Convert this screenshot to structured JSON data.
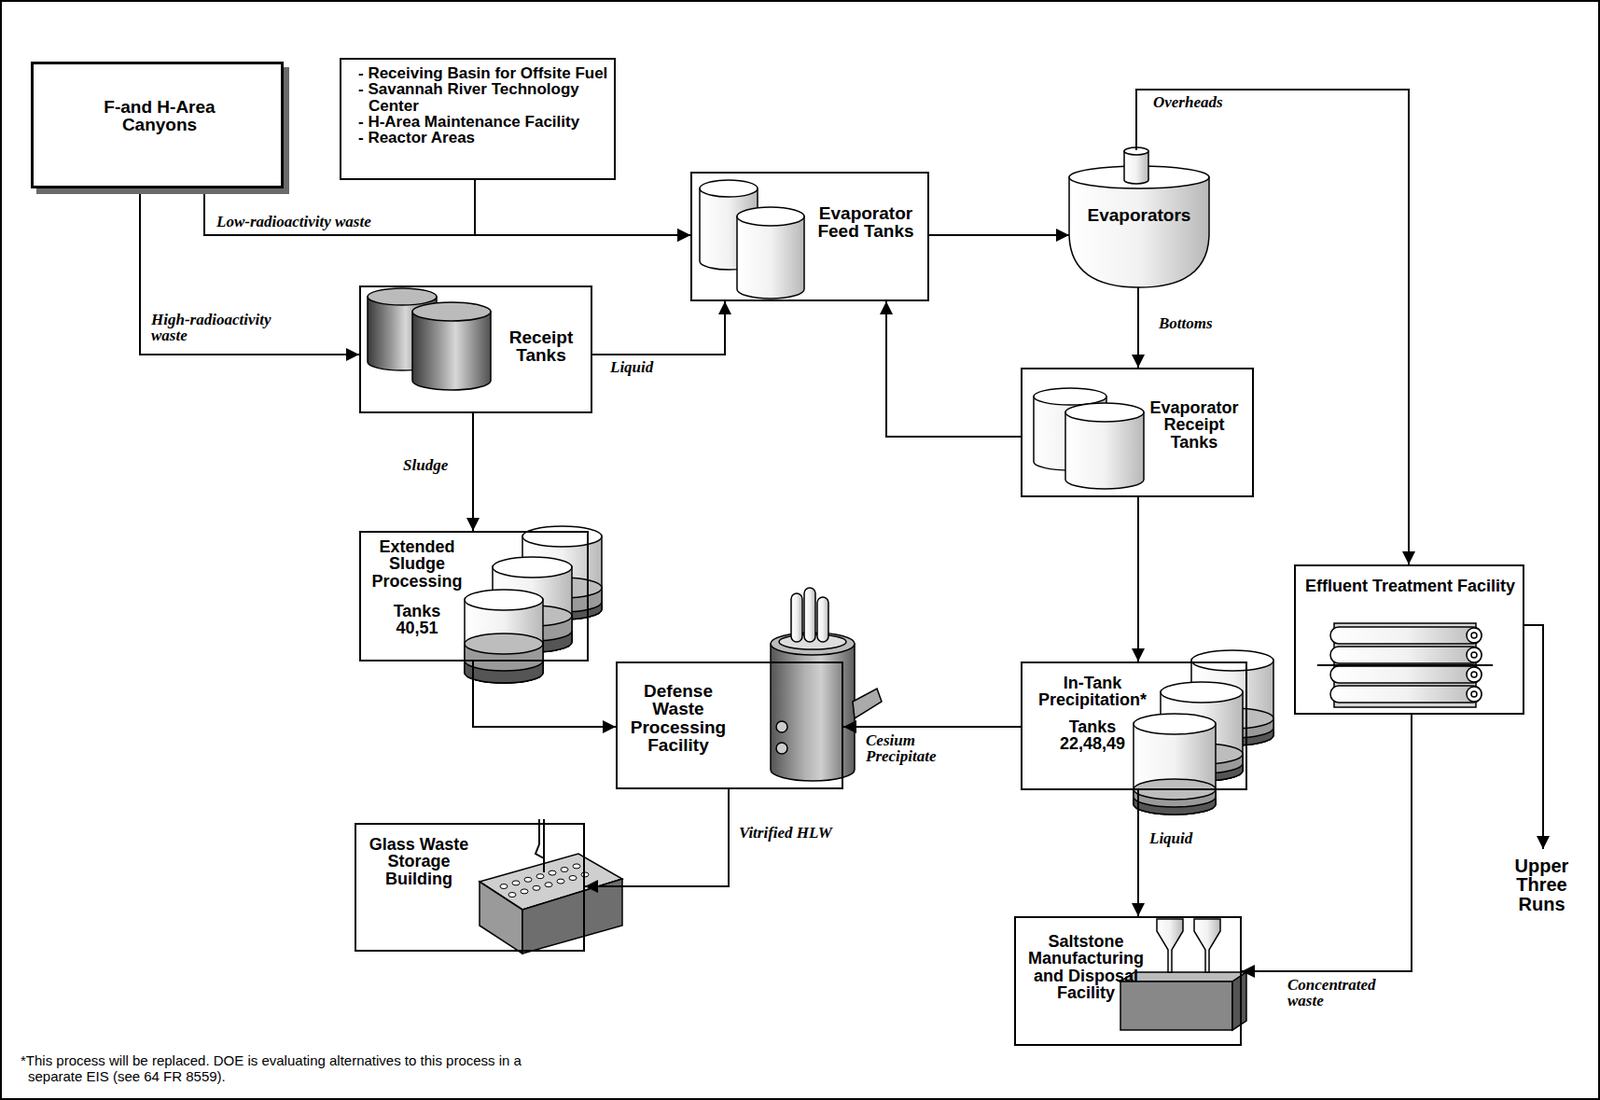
{
  "diagram": {
    "nodes": [
      {
        "text": [
          "F-and H-Area Canyons"
        ]
      },
      {
        "text": [
          "- Receiving Basin for Offsite Fuel",
          "- Savannah River Technology Center",
          "- H-Area Maintenance Facility",
          "- Reactor Areas"
        ]
      },
      {
        "text": [
          "Evaporator Feed Tanks"
        ]
      },
      {
        "text": [
          "Evaporators"
        ]
      },
      {
        "text": [
          "Receipt Tanks"
        ]
      },
      {
        "text": [
          "Evaporator Receipt Tanks"
        ]
      },
      {
        "text": [
          "Extended Sludge Processing",
          "Tanks 40,51"
        ]
      },
      {
        "text": [
          "Effluent Treatment Facility"
        ]
      },
      {
        "text": [
          "Defense Waste Processing Facility"
        ]
      },
      {
        "text": [
          "In-Tank Precipitation*",
          "Tanks 22,48,49"
        ]
      },
      {
        "text": [
          "Glass Waste Storage Building"
        ]
      },
      {
        "text": [
          "Saltstone Manufacturing and Disposal Facility"
        ]
      },
      {
        "text": [
          "Upper Three Runs"
        ]
      }
    ],
    "edges": [
      {
        "from": 0,
        "to": 2,
        "label": "Low-radioactivity waste",
        "arrow": "to"
      },
      {
        "from": 1,
        "to": 2,
        "arrow": "to"
      },
      {
        "from": 0,
        "to": 4,
        "label": "High-radioactivity waste",
        "arrow": "to"
      },
      {
        "from": 4,
        "to": 2,
        "label": "Liquid",
        "arrow": "to"
      },
      {
        "from": 4,
        "to": 6,
        "label": "Sludge",
        "arrow": "to"
      },
      {
        "from": 2,
        "to": 3,
        "arrow": "to"
      },
      {
        "from": 3,
        "to": 7,
        "label": "Overheads",
        "arrow": "to"
      },
      {
        "from": 3,
        "to": 5,
        "label": "Bottoms",
        "arrow": "to"
      },
      {
        "from": 5,
        "to": 2,
        "arrow": "to"
      },
      {
        "from": 5,
        "to": 9,
        "arrow": "to"
      },
      {
        "from": 6,
        "to": 8,
        "arrow": "to"
      },
      {
        "from": 9,
        "to": 8,
        "label": "Cesium Precipitate",
        "arrow": "to"
      },
      {
        "from": 8,
        "to": 10,
        "label": "Vitrified HLW",
        "arrow": "to"
      },
      {
        "from": 9,
        "to": 11,
        "label": "Liquid",
        "arrow": "to"
      },
      {
        "from": 7,
        "to": 11,
        "label": "Concentrated waste",
        "arrow": "to"
      },
      {
        "from": 7,
        "to": 12,
        "arrow": "to"
      }
    ],
    "labels": [
      "*This process will be replaced. DOE is evaluating alternatives to this process in a separate EIS (see 64 FR 8559)."
    ]
  }
}
